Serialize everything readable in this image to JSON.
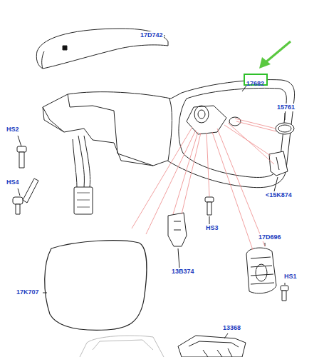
{
  "diagram": {
    "nodes": [
      {
        "text": [
          "17682"
        ]
      }
    ],
    "labels": [
      "17D742",
      "HS2",
      "15761",
      "HS4",
      "<15K874",
      "HS3",
      "13B374",
      "17D696",
      "HS1",
      "17K707",
      "13368"
    ]
  }
}
